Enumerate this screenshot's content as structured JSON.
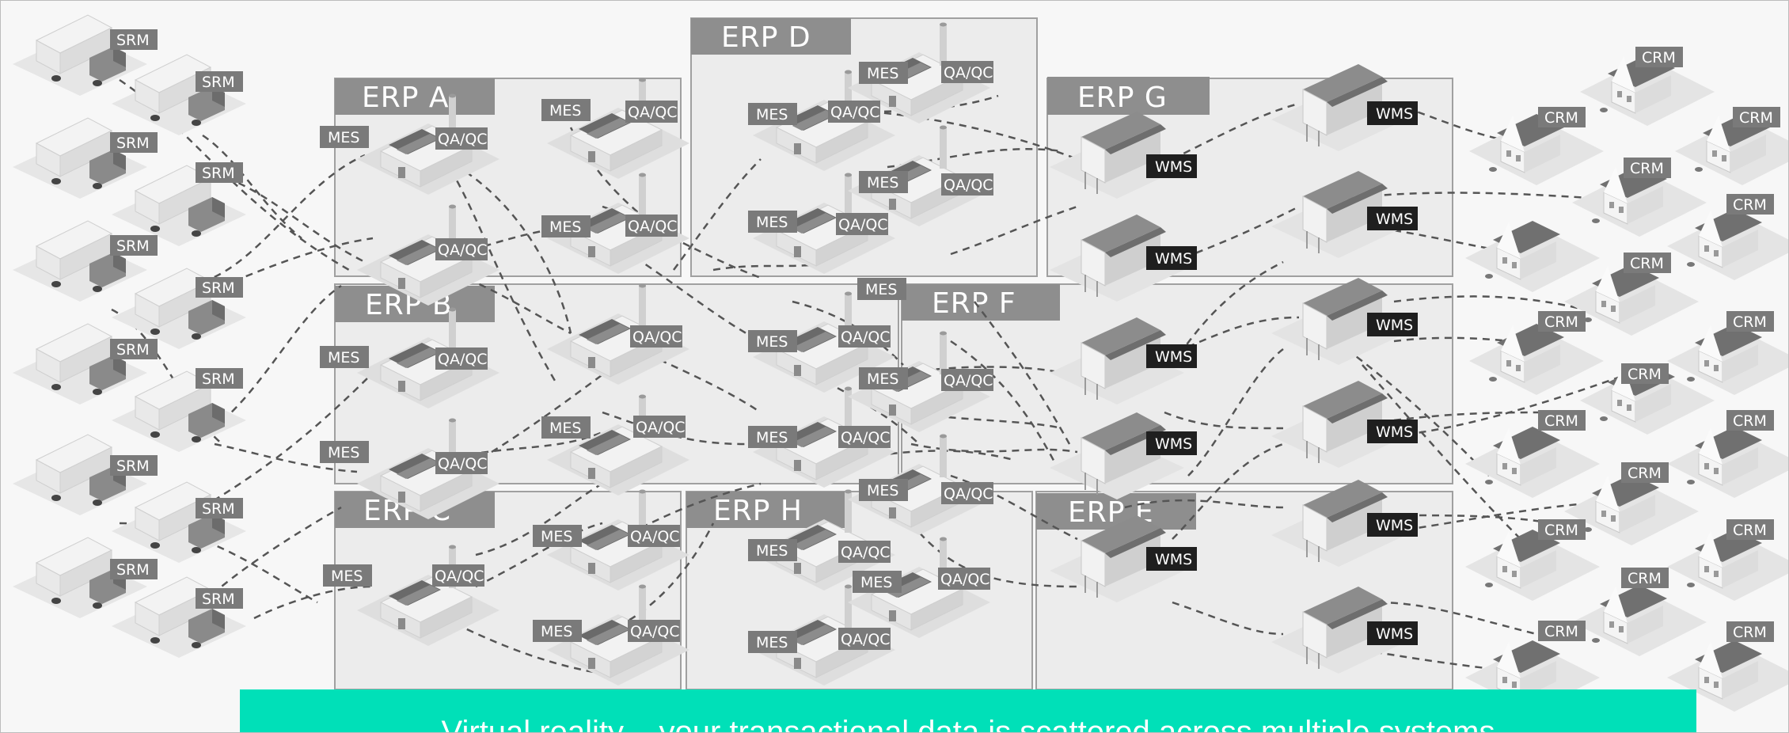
{
  "erp_boxes": [
    {
      "title": "ERP A"
    },
    {
      "title": "ERP B"
    },
    {
      "title": "ERP C"
    },
    {
      "title": "ERP D"
    },
    {
      "title": "ERP E"
    },
    {
      "title": "ERP F"
    },
    {
      "title": "ERP G"
    },
    {
      "title": "ERP H"
    }
  ],
  "labels": {
    "srm": "SRM",
    "mes": "MES",
    "qaqc": "QA/QC",
    "wms": "WMS",
    "crm": "CRM"
  },
  "banner": {
    "text": "Virtual reality – your transactional data is scattered across multiple systems"
  },
  "colors": {
    "banner": "#00e0b8",
    "label_gray": "#7a7a7a",
    "label_black": "#1f1f1f",
    "link_line": "#555555"
  },
  "icons": [
    "truck-icon",
    "factory-icon",
    "warehouse-icon",
    "house-icon"
  ]
}
